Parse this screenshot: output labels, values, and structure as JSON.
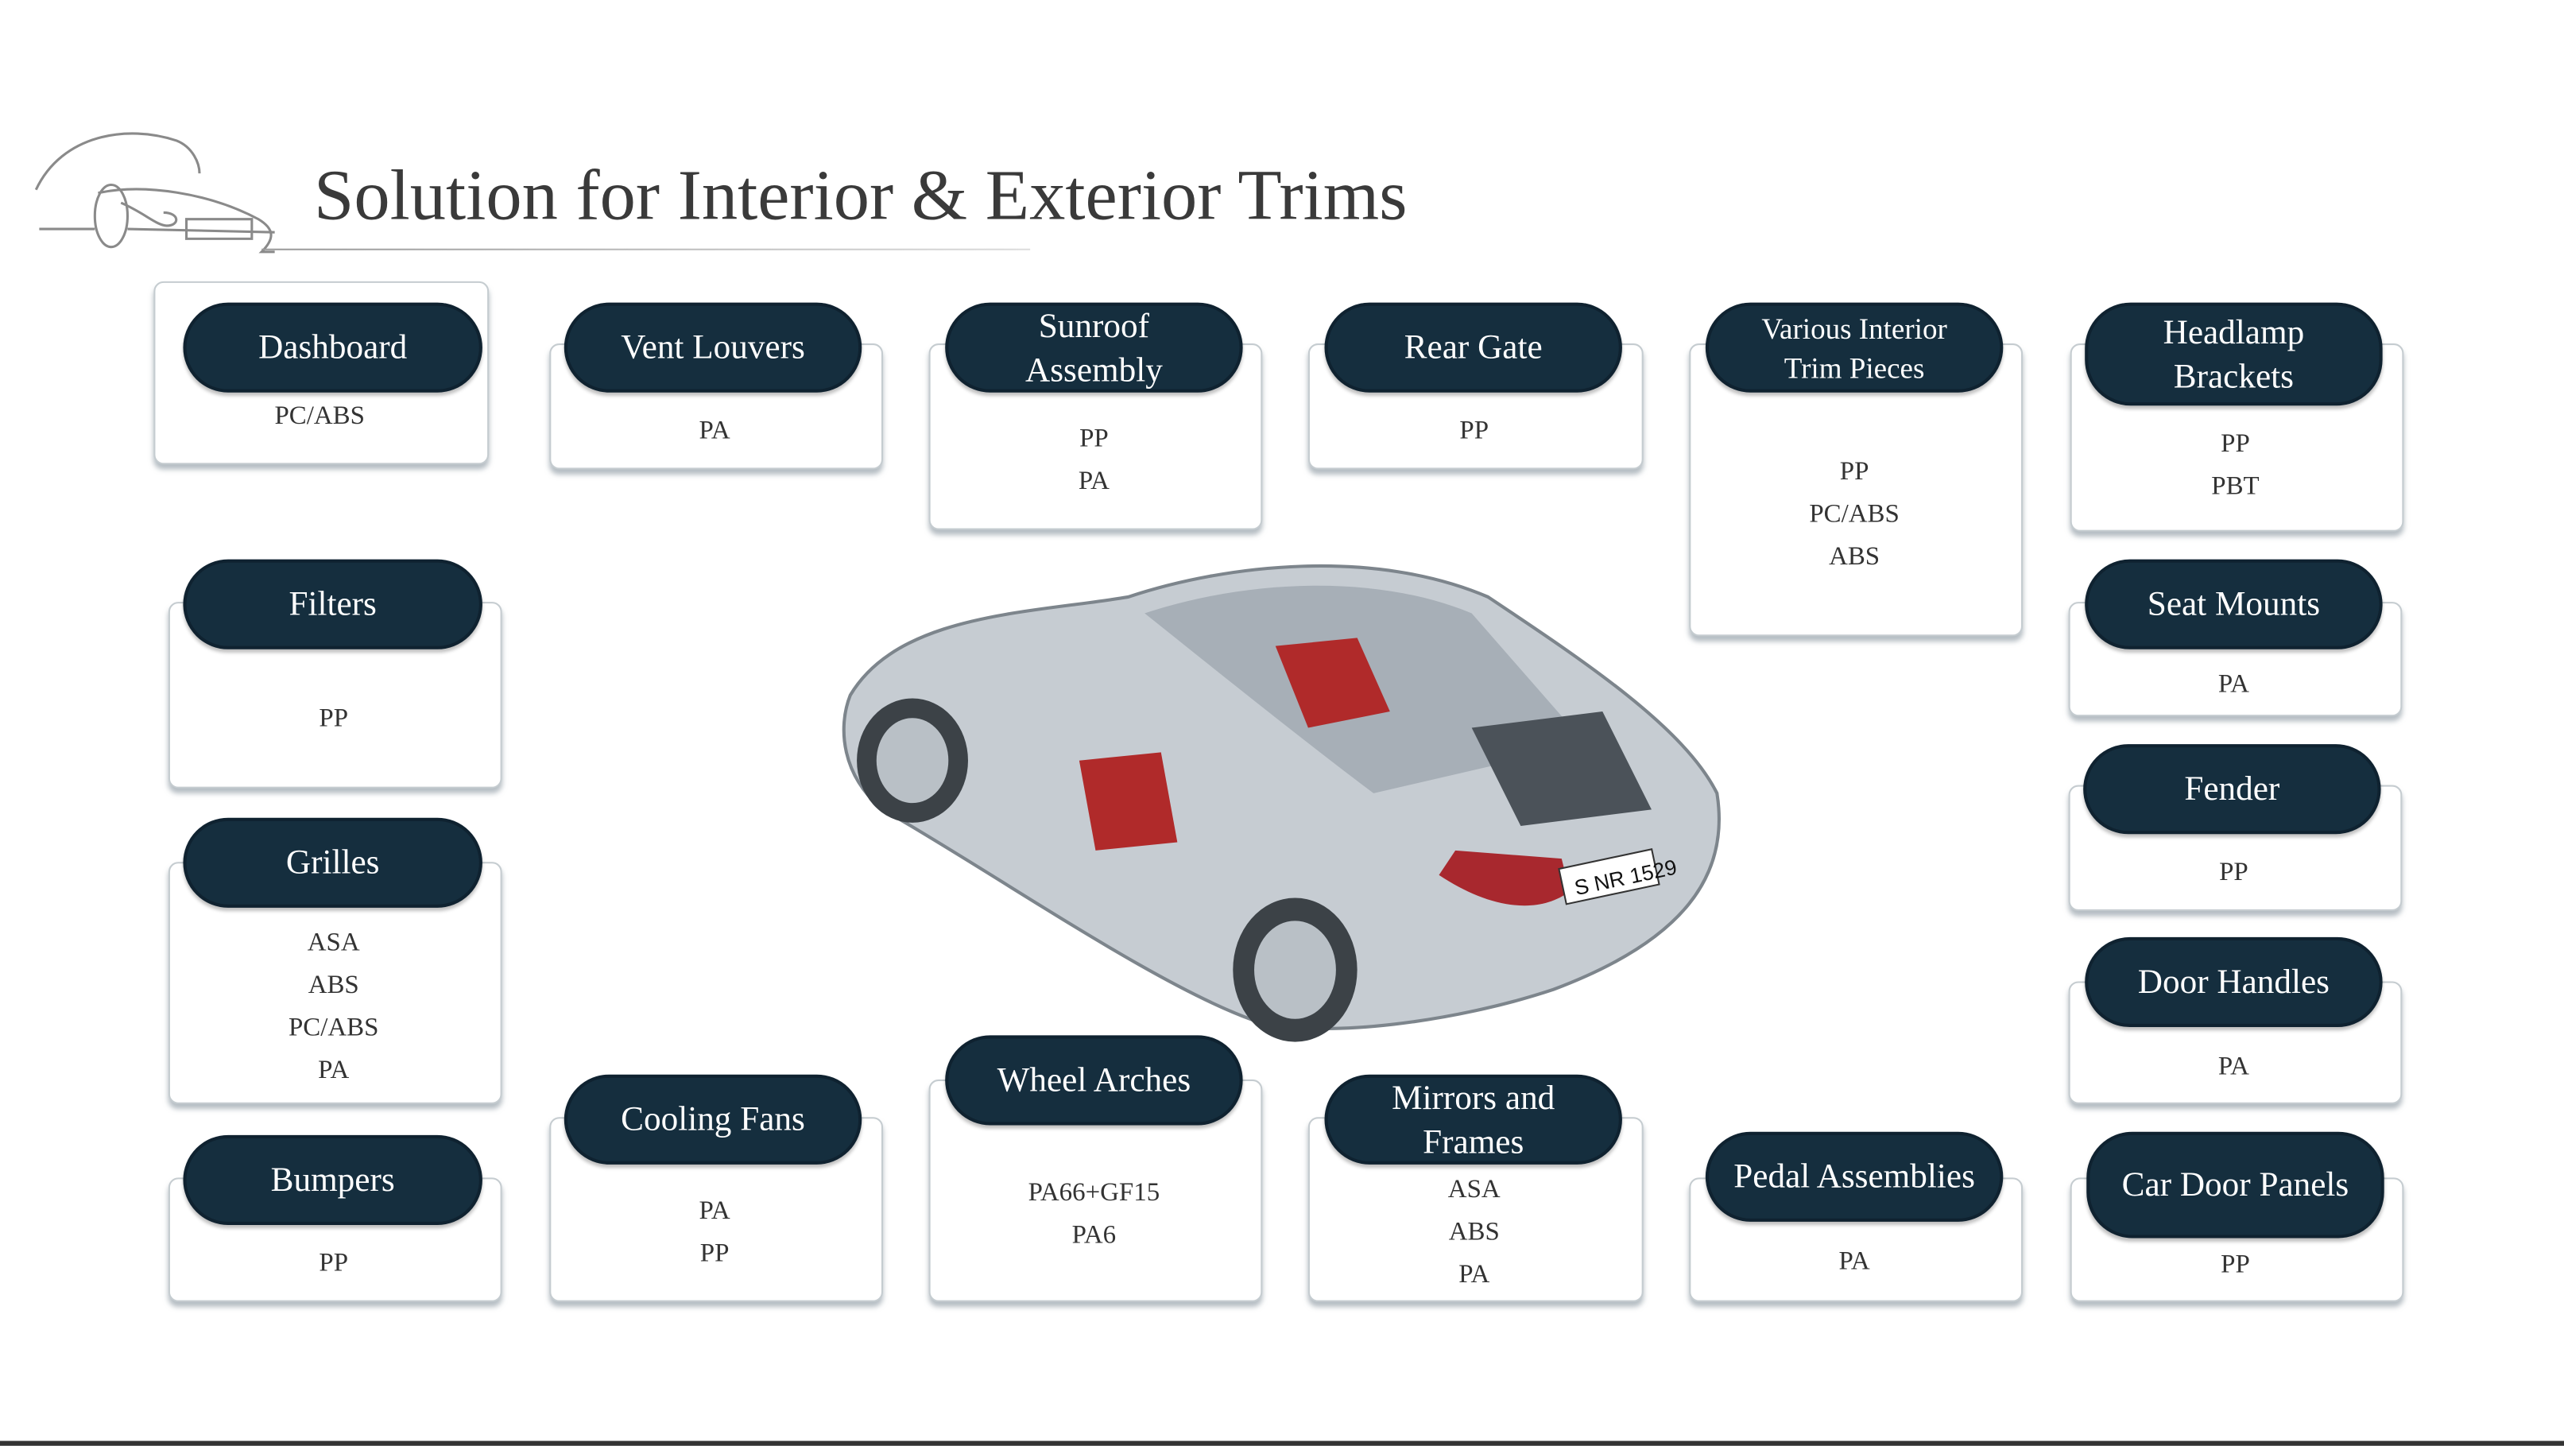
{
  "title": "Solution for Interior & Exterior Trims",
  "colors": {
    "pill": "#152e3e",
    "text": "#333333"
  },
  "items": [
    {
      "label": "Dashboard",
      "materials": [
        "PC/ABS"
      ]
    },
    {
      "label": "Vent Louvers",
      "materials": [
        "PA"
      ]
    },
    {
      "label": "Sunroof Assembly",
      "materials": [
        "PP",
        "PA"
      ]
    },
    {
      "label": "Rear Gate",
      "materials": [
        "PP"
      ]
    },
    {
      "label": "Various Interior Trim Pieces",
      "materials": [
        "PP",
        "PC/ABS",
        "ABS"
      ]
    },
    {
      "label": "Headlamp Brackets",
      "materials": [
        "PP",
        "PBT"
      ]
    },
    {
      "label": "Filters",
      "materials": [
        "PP"
      ]
    },
    {
      "label": "Seat Mounts",
      "materials": [
        "PA"
      ]
    },
    {
      "label": "Fender",
      "materials": [
        "PP"
      ]
    },
    {
      "label": "Grilles",
      "materials": [
        "ASA",
        "ABS",
        "PC/ABS",
        "PA"
      ]
    },
    {
      "label": "Door Handles",
      "materials": [
        "PA"
      ]
    },
    {
      "label": "Cooling Fans",
      "materials": [
        "PA",
        "PP"
      ]
    },
    {
      "label": "Wheel Arches",
      "materials": [
        "PA66+GF15",
        "PA6"
      ]
    },
    {
      "label": "Mirrors and Frames",
      "materials": [
        "ASA",
        "ABS",
        "PA"
      ]
    },
    {
      "label": "Bumpers",
      "materials": [
        "PP"
      ]
    },
    {
      "label": "Pedal Assemblies",
      "materials": [
        "PA"
      ]
    },
    {
      "label": "Car Door Panels",
      "materials": [
        "PP"
      ]
    }
  ]
}
